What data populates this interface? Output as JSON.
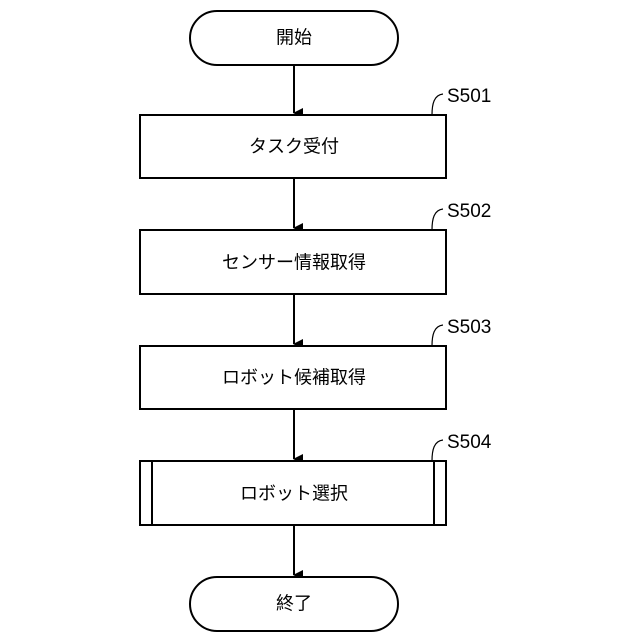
{
  "flowchart": {
    "start": {
      "label": "開始"
    },
    "end": {
      "label": "終了"
    },
    "steps": [
      {
        "id": "S501",
        "label": "タスク受付",
        "type": "process"
      },
      {
        "id": "S502",
        "label": "センサー情報取得",
        "type": "process"
      },
      {
        "id": "S503",
        "label": "ロボット候補取得",
        "type": "process"
      },
      {
        "id": "S504",
        "label": "ロボット選択",
        "type": "predefined-process"
      }
    ]
  }
}
